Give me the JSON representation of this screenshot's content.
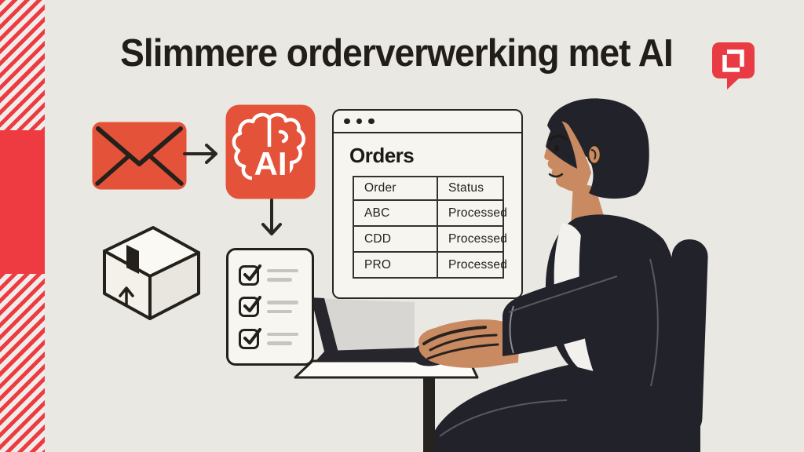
{
  "page": {
    "title": "Slimmere orderverwerking met AI"
  },
  "colors": {
    "background": "#eae8e3",
    "ink": "#26221d",
    "accent_red": "#ee3a41",
    "accent_orange": "#e4523a",
    "panel": "#f7f5f0",
    "muted_line": "#c8c5bf",
    "skin": "#c98a62",
    "dark_figure": "#22232a"
  },
  "icons": {
    "brand": "speech-bubble-logo",
    "email": "envelope-icon",
    "ai": "brain-ai-icon",
    "checklist": "checklist-icon",
    "package": "package-box-icon"
  },
  "ai_icon": {
    "label": "AI"
  },
  "orders_window": {
    "title": "Orders",
    "columns": [
      "Order",
      "Status"
    ],
    "rows": [
      {
        "order": "ABC",
        "status": "Processed"
      },
      {
        "order": "CDD",
        "status": "Processed"
      },
      {
        "order": "PRO",
        "status": "Processed"
      }
    ]
  }
}
